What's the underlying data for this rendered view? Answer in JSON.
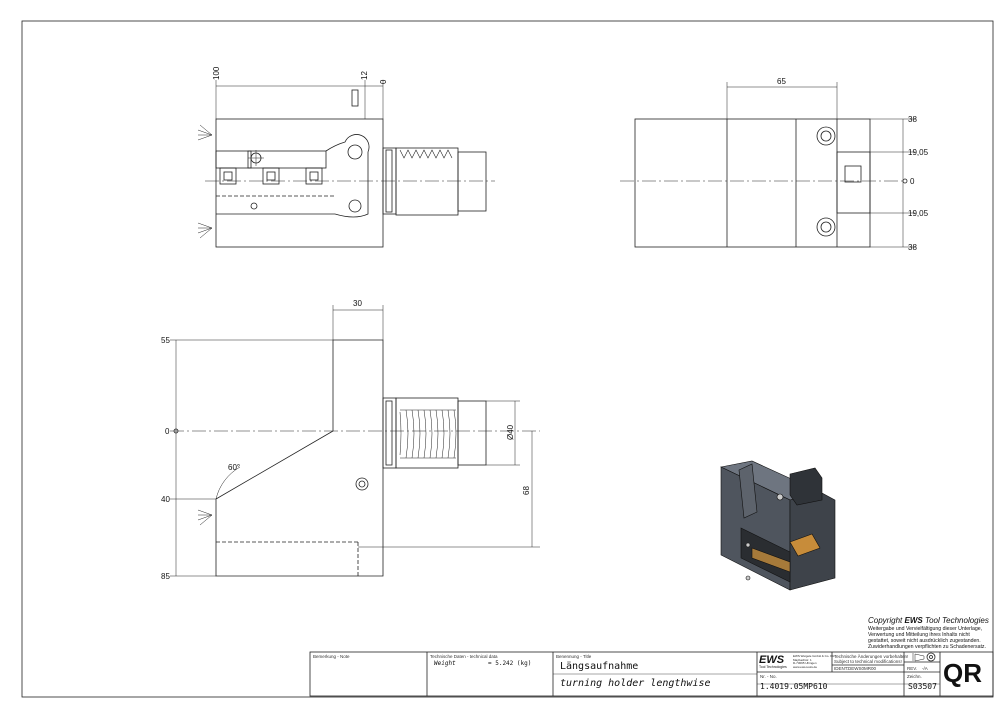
{
  "copyright": {
    "prefix": "Copyright",
    "brand": "EWS",
    "suffix": "Tool Technologies",
    "lines": [
      "Weitergabe und Vervielfältigung dieser Unterlage,",
      "Verwertung und Mitteilung ihres Inhalts nicht",
      "gestattet, soweit nicht ausdrücklich zugestanden.",
      "Zuwiderhandlungen verpflichten zu Schadenersatz."
    ]
  },
  "title_block": {
    "remark_label": "Bemerkung - Note",
    "techdata_label": "Technische Daten - technical data",
    "weight_label": "Weight",
    "weight_value": "= 5.242 (kg)",
    "designation_label": "Benennung - Title",
    "title_de": "Längsaufnahme",
    "title_en": "turning holder lengthwise",
    "logo": "EWS",
    "logo_sub": "Tool Technologies",
    "company_lines": [
      "EWS Weigele GmbH & Co. KG",
      "Maybachstr. 1",
      "D-73095 Uhingen",
      "www.ews-tools.de"
    ],
    "change_note_de": "Technische Änderungen vorbehalten!",
    "change_note_en": "Subject to technical modifications!",
    "ident_label": "IDENT:",
    "ident_value": "DEWS0MR00",
    "rev_label": "REV.",
    "rev_value": "-/A",
    "part_number_label": "Nr. - No.",
    "part_number": "1.4019.05MP610",
    "draft_label": "Zeichn.",
    "drawing_number": "S03507",
    "qr": "QR"
  },
  "dimensions": {
    "top_left": {
      "d1": "100",
      "d2": "12",
      "d3": "0"
    },
    "top_right": {
      "width": "65",
      "v1": "38",
      "v2": "19,05",
      "v3": "0",
      "v4": "19,05",
      "v5": "38"
    },
    "bottom": {
      "top": "30",
      "y1": "55",
      "y2": "0",
      "y3": "40",
      "y4": "85",
      "angle": "60°",
      "diameter": "Ø40",
      "height": "68"
    }
  }
}
